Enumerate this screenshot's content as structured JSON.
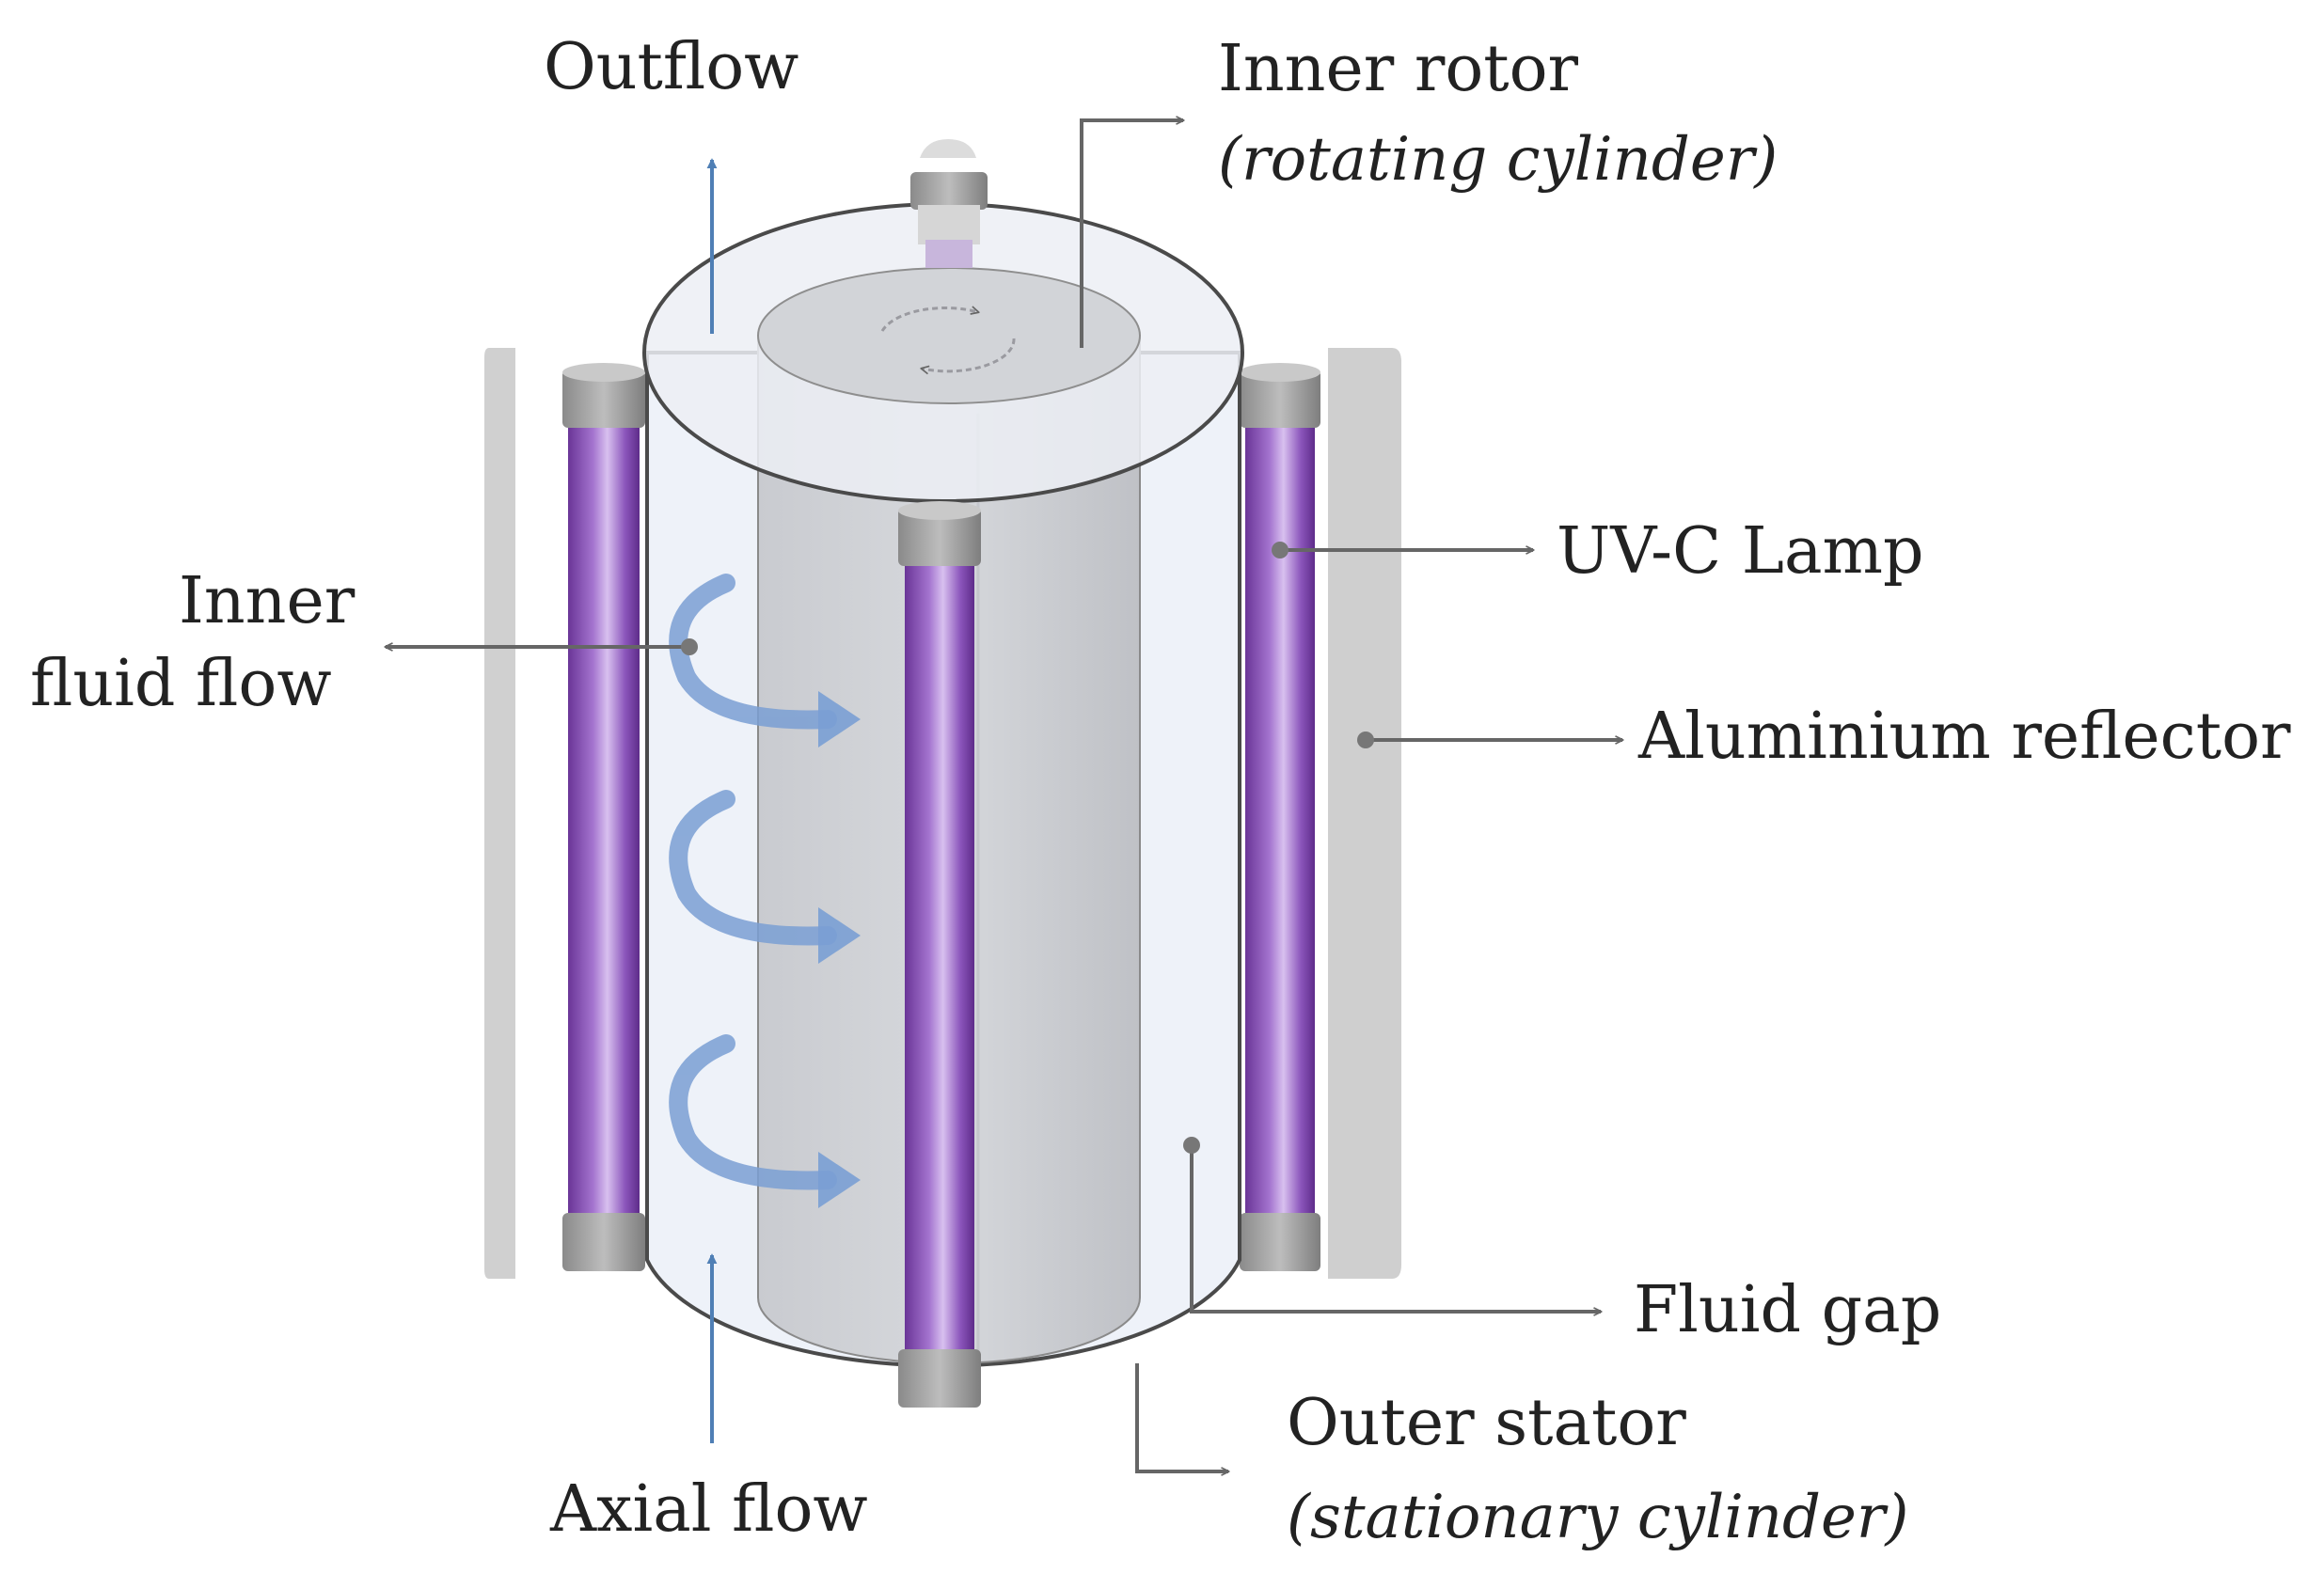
{
  "labels": {
    "outflow": "Outflow",
    "inner_rotor": "Inner rotor",
    "inner_rotor_sub": "(rotating cylinder)",
    "uvc_lamp": "UV-C Lamp",
    "inner_fluid_flow_1": "Inner",
    "inner_fluid_flow_2": "fluid flow",
    "aluminium_reflector": "Aluminium reflector",
    "fluid_gap": "Fluid gap",
    "outer_stator": "Outer stator",
    "outer_stator_sub": "(stationary cylinder)",
    "axial_flow": "Axial flow"
  },
  "colors": {
    "lamp_purple": "#8a52b8",
    "flow_blue": "#7a9fd4",
    "arrow_blue": "#4f7fb5",
    "reflector_gray": "#cfcfcf",
    "leader_gray": "#666666"
  }
}
